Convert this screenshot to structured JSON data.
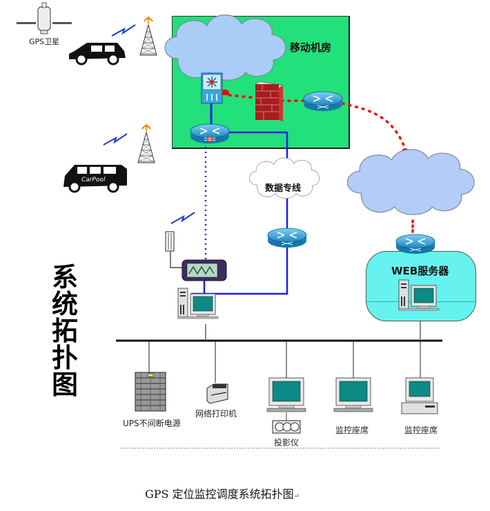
{
  "diagram": {
    "title_vertical": [
      "系",
      "统",
      "拓",
      "扑",
      "图"
    ],
    "caption": "GPS 定位监控调度系统拓扑图",
    "caption_mark": "↵",
    "nodes": {
      "gps_satellite": {
        "label": "GPS卫星"
      },
      "car": {
        "label": ""
      },
      "van": {
        "label": "CarPool"
      },
      "mobile_room": {
        "label": "移动机房"
      },
      "leased_line": {
        "label": "数据专线"
      },
      "web_server": {
        "label": "WEB服务器"
      },
      "ups": {
        "label": "UPS不间断电源"
      },
      "printer": {
        "label": "网络打印机"
      },
      "projector": {
        "label": "投影仪"
      },
      "monitor_seat_1": {
        "label": "监控座席"
      },
      "monitor_seat_2": {
        "label": "监控座席"
      }
    },
    "colors": {
      "mobile_room_bg": "#22e07a",
      "web_panel_bg": "#66f2ee",
      "cloud": "#a9cdf7",
      "router": "#2a9fd6",
      "link_blue": "#1a1af0",
      "link_red_dotted": "#ff0000",
      "firewall": "#b32020"
    }
  }
}
